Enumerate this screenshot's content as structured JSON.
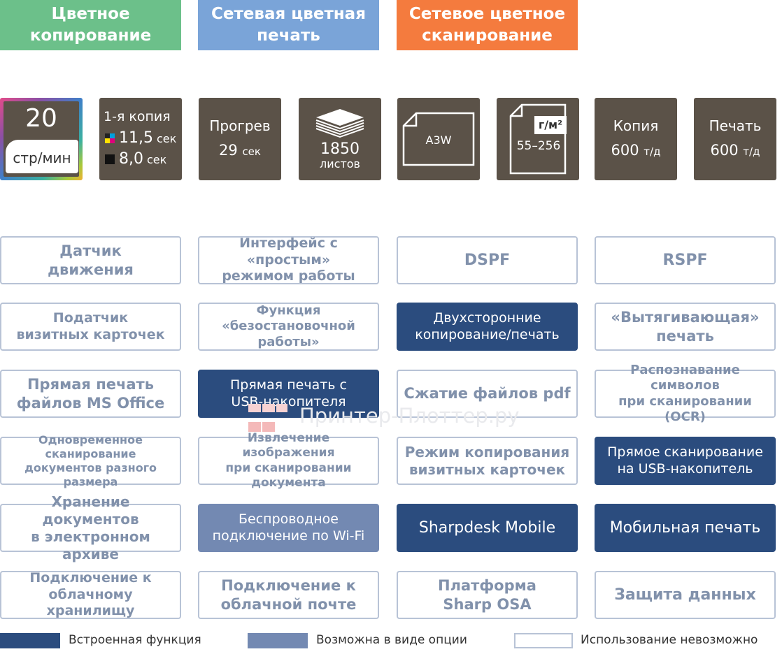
{
  "headers": [
    {
      "text": "Цветное\nкопирование",
      "color": "#6cc08a"
    },
    {
      "text": "Сетевая цветная\nпечать",
      "color": "#7aa4d8"
    },
    {
      "text": "Сетевое цветное\nсканирование",
      "color": "#f47b3e"
    }
  ],
  "speed": {
    "value": "20",
    "unit": "стр/мин"
  },
  "first_copy": {
    "title": "1-я копия",
    "color_time": "11,5",
    "color_unit": "сек",
    "bw_time": "8,0",
    "bw_unit": "сек"
  },
  "warmup": {
    "title": "Прогрев",
    "value": "29",
    "unit": "сек"
  },
  "paper": {
    "value": "1850",
    "unit": "листов"
  },
  "format": {
    "label": "A3W"
  },
  "density": {
    "unit": "г/м²",
    "range": "55–256"
  },
  "copy_res": {
    "title": "Копия",
    "value": "600",
    "unit": "т/д"
  },
  "print_res": {
    "title": "Печать",
    "value": "600",
    "unit": "т/д"
  },
  "features": [
    {
      "text": "Датчик\nдвижения",
      "state": "none"
    },
    {
      "text": "Интерфейс с «простым»\nрежимом работы",
      "state": "none"
    },
    {
      "text": "DSPF",
      "state": "none"
    },
    {
      "text": "RSPF",
      "state": "none"
    },
    {
      "text": "Податчик\nвизитных карточек",
      "state": "none"
    },
    {
      "text": "Функция\n«безостановочной работы»",
      "state": "none"
    },
    {
      "text": "Двухсторонние\nкопирование/печать",
      "state": "builtin"
    },
    {
      "text": "«Вытягивающая»\nпечать",
      "state": "none"
    },
    {
      "text": "Прямая печать\nфайлов MS Office",
      "state": "none"
    },
    {
      "text": "Прямая печать с\nUSB-накопителя",
      "state": "builtin"
    },
    {
      "text": "Сжатие файлов pdf",
      "state": "none"
    },
    {
      "text": "Распознавание символов\nпри сканировании (OCR)",
      "state": "none"
    },
    {
      "text": "Одновременное сканирование\nдокументов разного размера",
      "state": "none"
    },
    {
      "text": "Извлечение изображения\nпри сканировании документа",
      "state": "none"
    },
    {
      "text": "Режим копирования\nвизитных карточек",
      "state": "none"
    },
    {
      "text": "Прямое сканирование\nна  USB-накопитель",
      "state": "builtin"
    },
    {
      "text": "Хранение документов\nв электронном архиве",
      "state": "none"
    },
    {
      "text": "Беспроводное\nподключение по Wi-Fi",
      "state": "option"
    },
    {
      "text": "Sharpdesk Mobile",
      "state": "builtin"
    },
    {
      "text": "Мобильная печать",
      "state": "builtin"
    },
    {
      "text": "Подключение к\nоблачному хранилищу",
      "state": "none"
    },
    {
      "text": "Подключение к\nоблачной почте",
      "state": "none"
    },
    {
      "text": "Платформа\nSharp OSA",
      "state": "none"
    },
    {
      "text": "Защита данных",
      "state": "none"
    }
  ],
  "legend": [
    {
      "text": "Встроенная функция",
      "color": "#2b4c7e"
    },
    {
      "text": "Возможна в виде опции",
      "color": "#7389b2"
    },
    {
      "text": "Использование невозможно",
      "color": "#ffffff"
    }
  ],
  "watermark": {
    "text": "Принтер-Плоттер.ру"
  }
}
